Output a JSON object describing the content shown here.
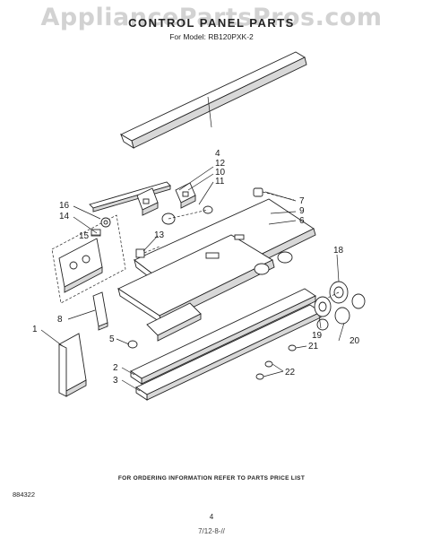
{
  "watermark": "AppliancePartsPros.com",
  "header": {
    "title": "CONTROL PANEL PARTS",
    "model": "For Model: RB120PXK-2"
  },
  "footer": {
    "doc_code": "884322",
    "order_note": "FOR ORDERING INFORMATION REFER TO PARTS PRICE LIST",
    "page_number": "4",
    "mark": "7/12-8-//"
  },
  "callouts": {
    "c1": "1",
    "c2": "2",
    "c3": "3",
    "c4": "4",
    "c5": "5",
    "c6": "6",
    "c7": "7",
    "c8": "8",
    "c9": "9",
    "c10": "10",
    "c11": "11",
    "c12": "12",
    "c13": "13",
    "c14": "14",
    "c15": "15",
    "c16": "16",
    "c18": "18",
    "c19": "19",
    "c20": "20",
    "c21": "21",
    "c22": "22"
  }
}
